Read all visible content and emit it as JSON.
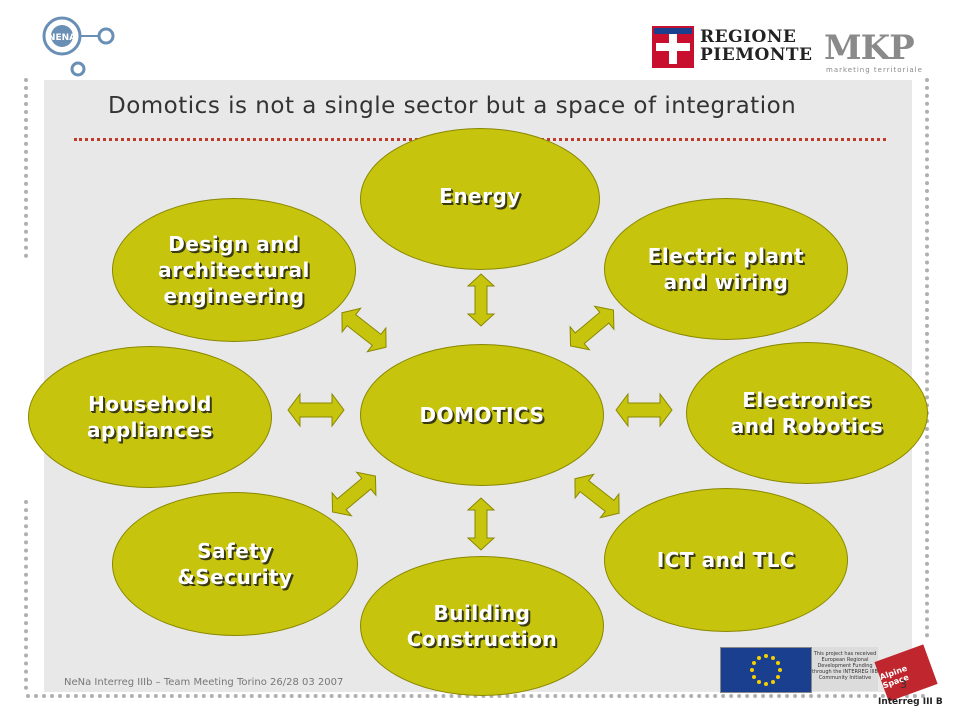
{
  "slide": {
    "title": "Domotics is not a single sector but a space of integration",
    "footer": "NeNa Interreg IIIb – Team Meeting Torino 26/28 03 2007",
    "page_number": "3"
  },
  "diagram": {
    "center": "DOMOTICS",
    "nodes": [
      {
        "id": "energy",
        "label": "Energy"
      },
      {
        "id": "electric",
        "label": "Electric plant\nand wiring"
      },
      {
        "id": "electronics",
        "label": "Electronics\nand Robotics"
      },
      {
        "id": "ict",
        "label": "ICT and TLC"
      },
      {
        "id": "building",
        "label": "Building\nConstruction"
      },
      {
        "id": "safety",
        "label": "Safety\n&Security"
      },
      {
        "id": "household",
        "label": "Household\nappliances"
      },
      {
        "id": "design",
        "label": "Design and\narchitectural\nengineering"
      }
    ]
  },
  "logos": {
    "regione": "REGIONE\nPIEMONTE",
    "mkp": "MKP",
    "mkp_tagline": "marketing territoriale",
    "eu_note": "This project has received European Regional Development Funding through the INTERREG IIIB Community Initiative",
    "alpine": "Alpine Space",
    "interreg": "Interreg III B"
  },
  "colors": {
    "node_fill": "#c6c40c",
    "arrow_fill": "#c6c40c",
    "panel": "#e8e8e8",
    "title_rule": "#c0392b"
  }
}
